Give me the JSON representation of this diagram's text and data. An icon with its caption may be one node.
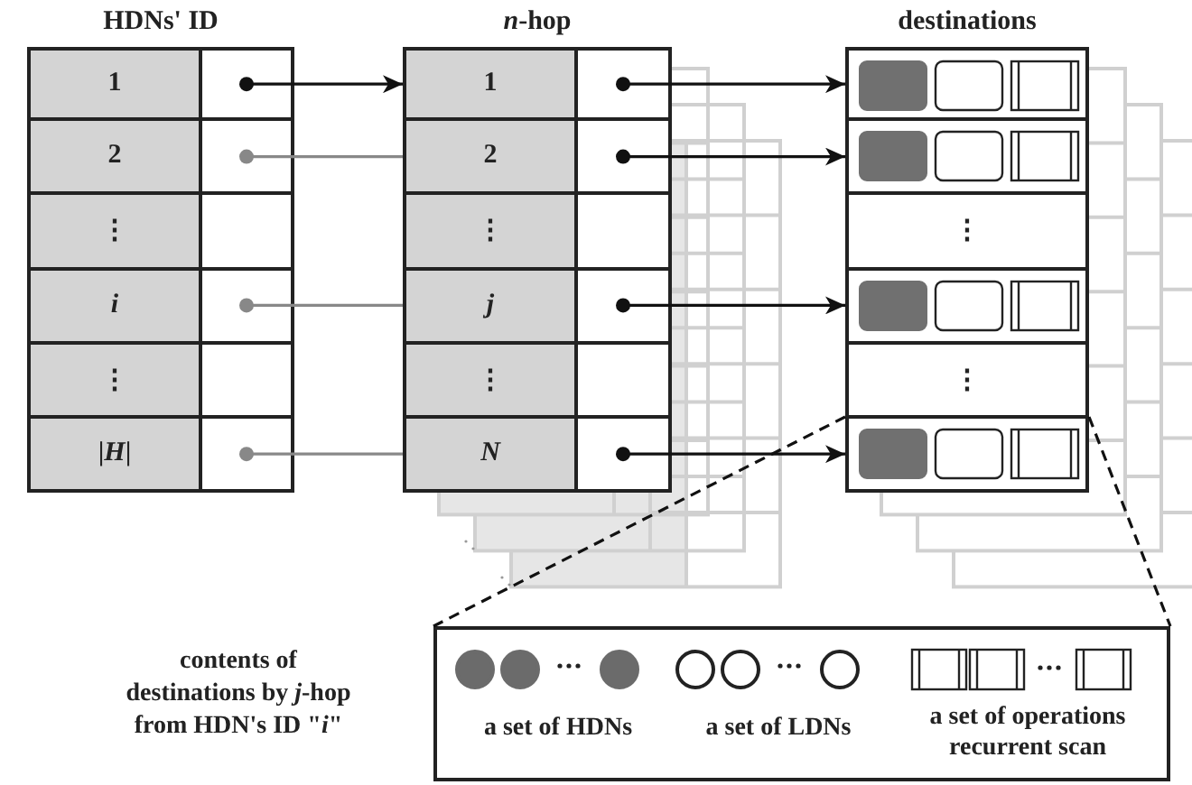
{
  "diagram": {
    "nodes": [
      {
        "text": [
          "HDNs' ID"
        ]
      },
      {
        "text": [
          "1"
        ],
        "in": 0
      },
      {
        "text": [],
        "shape": "box",
        "in": 0
      },
      {
        "text": [
          "2"
        ],
        "in": 0
      },
      {
        "text": [],
        "shape": "box",
        "in": 0
      },
      {
        "text": [
          "⋮"
        ],
        "in": 0
      },
      {
        "text": [],
        "shape": "box",
        "in": 0
      },
      {
        "text": [
          "*i*"
        ],
        "in": 0
      },
      {
        "text": [],
        "shape": "box",
        "in": 0
      },
      {
        "text": [
          "⋮"
        ],
        "in": 0
      },
      {
        "text": [],
        "shape": "box",
        "in": 0
      },
      {
        "text": [
          "|*H*|"
        ],
        "in": 0
      },
      {
        "text": [],
        "shape": "box",
        "in": 0
      },
      {
        "text": [
          "*n*-hop"
        ]
      },
      {
        "text": [
          "1"
        ],
        "in": 13
      },
      {
        "text": [],
        "shape": "box",
        "in": 13
      },
      {
        "text": [
          "2"
        ],
        "in": 13
      },
      {
        "text": [],
        "shape": "box",
        "in": 13
      },
      {
        "text": [
          "⋮"
        ],
        "in": 13
      },
      {
        "text": [],
        "shape": "box",
        "in": 13
      },
      {
        "text": [
          "*j*"
        ],
        "in": 13
      },
      {
        "text": [],
        "shape": "box",
        "in": 13
      },
      {
        "text": [
          "⋮"
        ],
        "in": 13
      },
      {
        "text": [],
        "shape": "box",
        "in": 13
      },
      {
        "text": [
          "*N*"
        ],
        "in": 13
      },
      {
        "text": [],
        "shape": "box",
        "in": 13
      },
      {
        "text": [
          "destinations"
        ]
      },
      {
        "text": [],
        "shape": "box",
        "in": 26
      },
      {
        "text": [],
        "shape": "box",
        "in": 26
      },
      {
        "text": [
          "⋮"
        ],
        "in": 26
      },
      {
        "text": [],
        "shape": "box",
        "in": 26
      },
      {
        "text": [
          "⋮"
        ],
        "in": 26
      },
      {
        "text": [],
        "shape": "box",
        "in": 26
      },
      {
        "text": [
          "a set of HDNs",
          "a set of LDNs",
          "a set of operations recurrent scan"
        ]
      }
    ],
    "edges": [
      {
        "from": 2,
        "to": 14,
        "arrow": "to"
      },
      {
        "from": 4,
        "to": 16,
        "arrow": "other",
        "color": "#888888"
      },
      {
        "from": 8,
        "to": 20,
        "arrow": "other",
        "color": "#888888"
      },
      {
        "from": 12,
        "to": 24,
        "arrow": "other",
        "color": "#888888"
      },
      {
        "from": 15,
        "to": 27,
        "arrow": "to"
      },
      {
        "from": 17,
        "to": 28,
        "arrow": "to"
      },
      {
        "from": 21,
        "to": 30,
        "arrow": "to"
      },
      {
        "from": 25,
        "to": 32,
        "arrow": "to"
      },
      {
        "from": 32,
        "to": 33,
        "arrow": "none",
        "style": "dashed"
      },
      {
        "from": 32,
        "to": 33,
        "arrow": "none",
        "style": "dashed"
      }
    ],
    "labels": [
      "contents of destinations by *j*-hop from HDN's ID \"*i*\""
    ]
  }
}
